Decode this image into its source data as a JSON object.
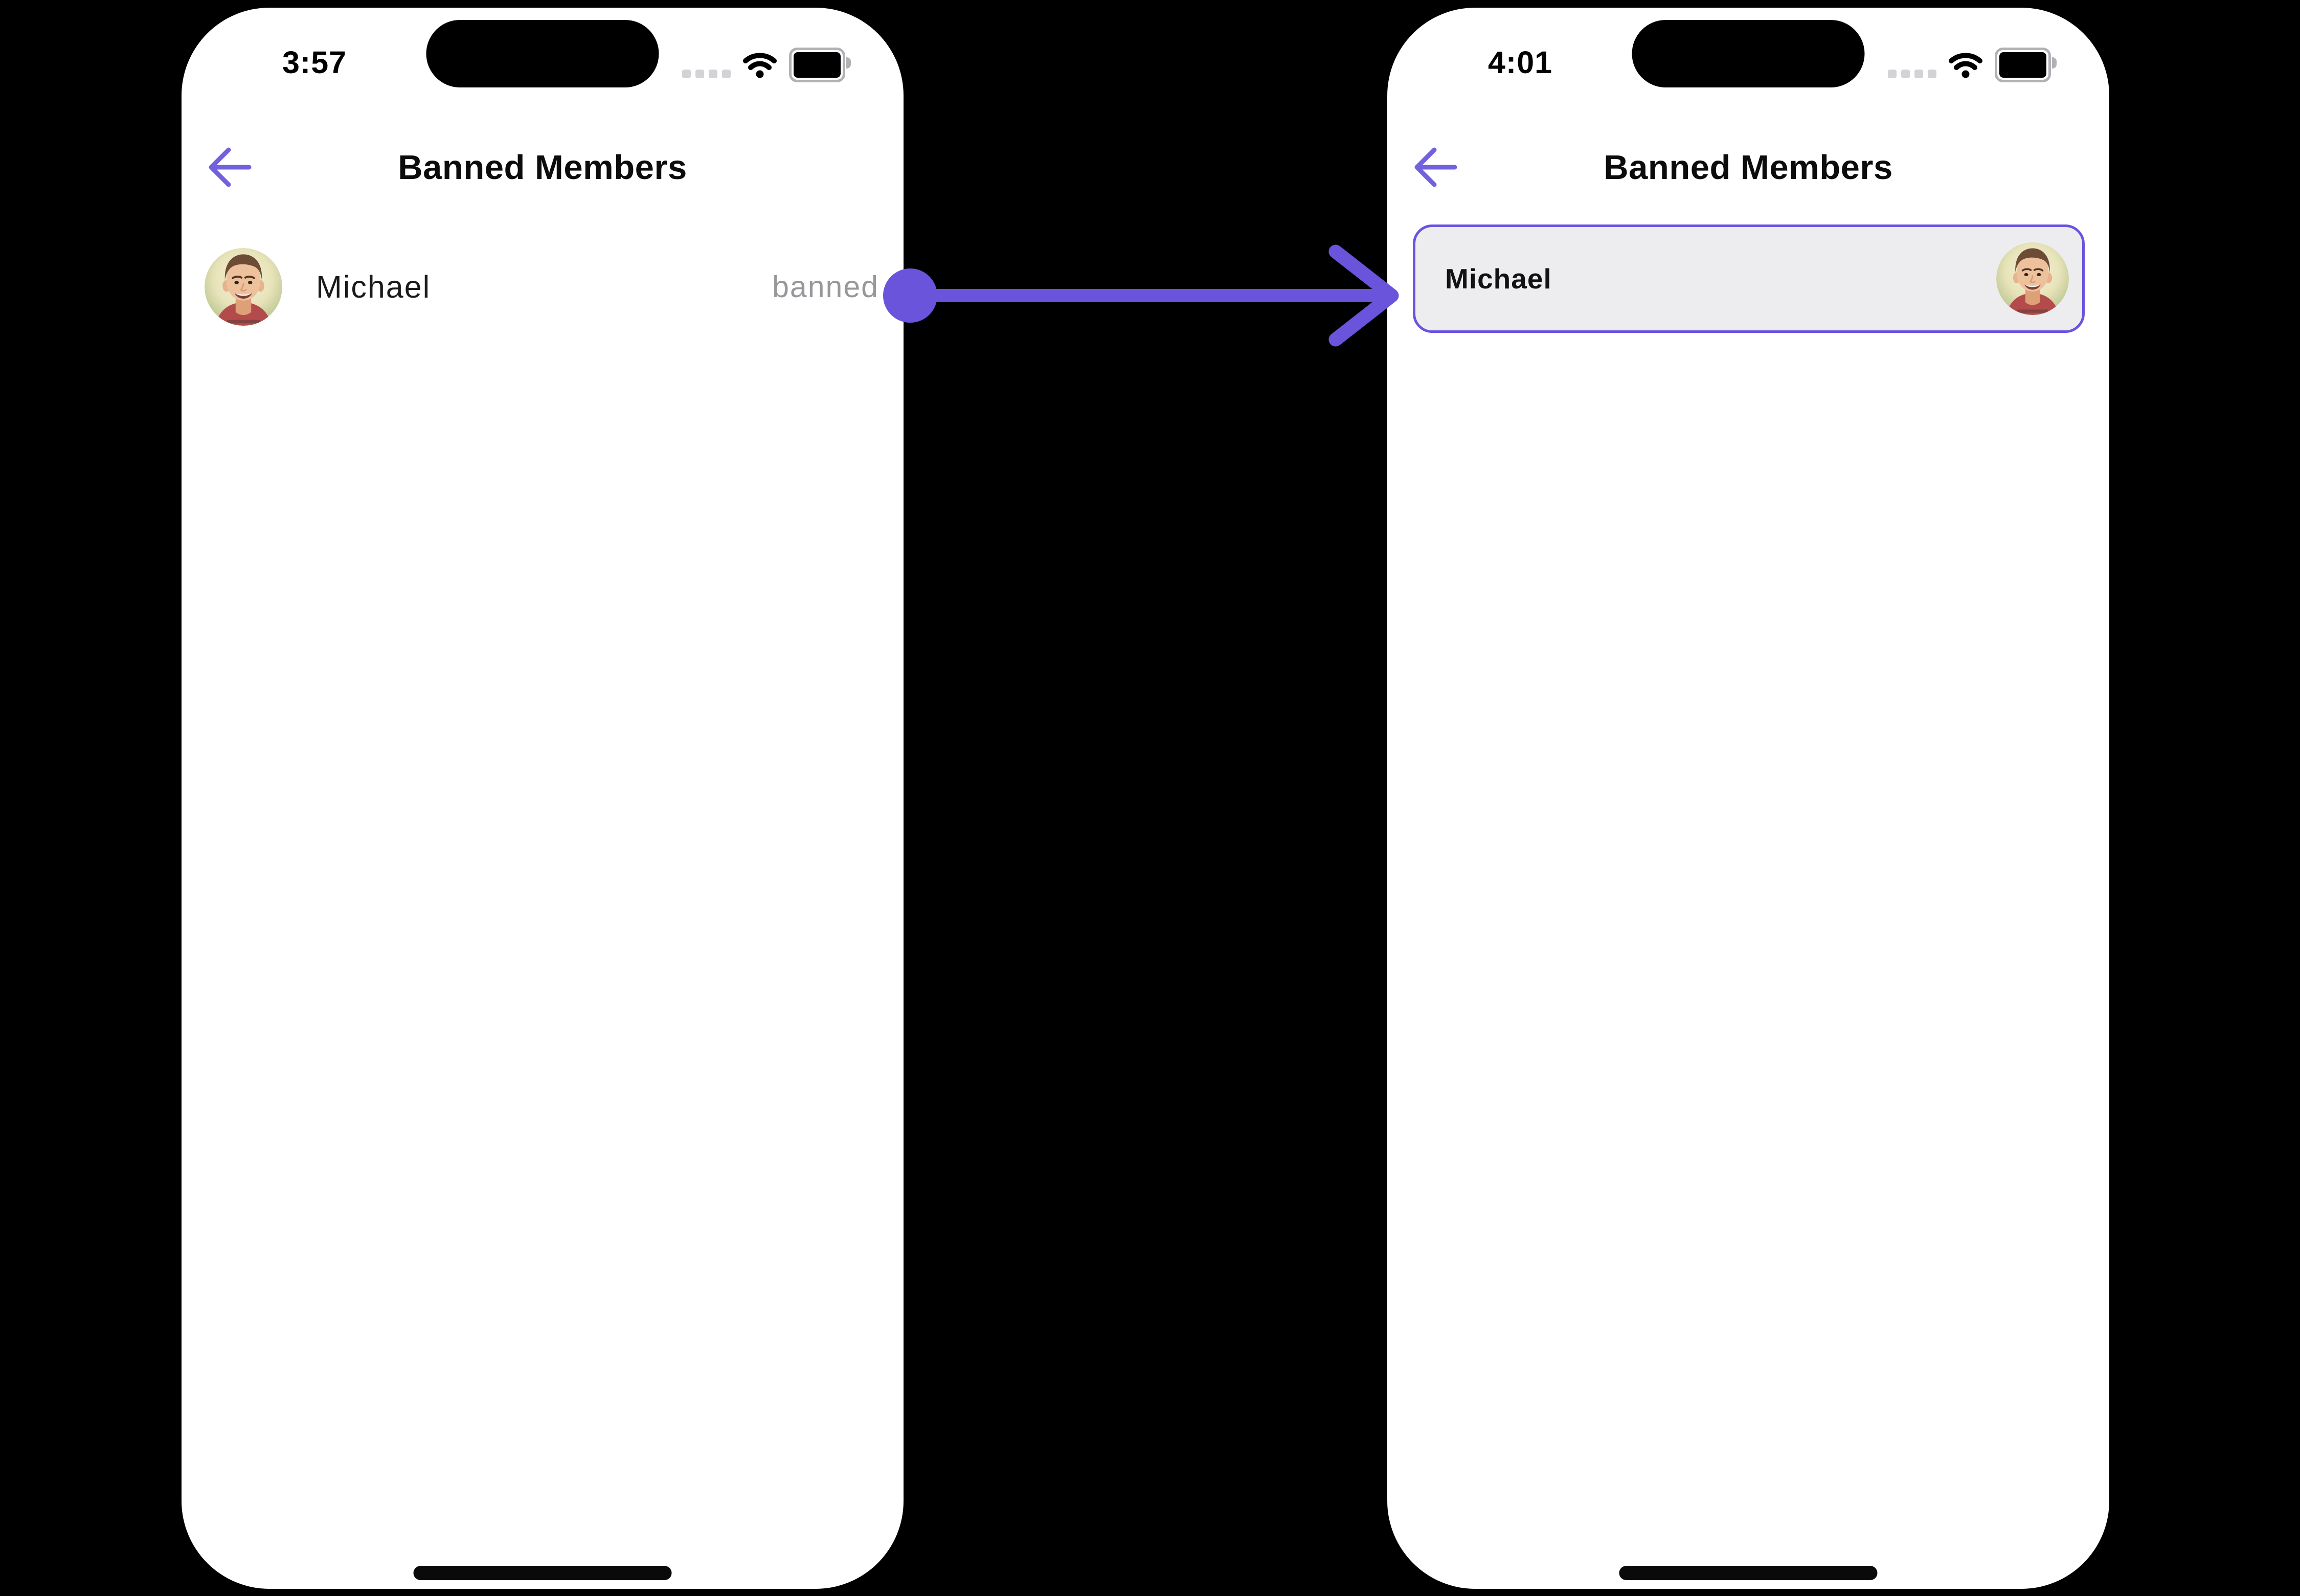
{
  "colors": {
    "accent_purple": "#6B54DC",
    "card_border": "#6C52E0",
    "card_background": "#EDEDEF",
    "banned_label_gray": "#98989C",
    "phone_background": "#FFFFFF",
    "canvas_background": "#000000"
  },
  "left_phone": {
    "status_bar": {
      "time": "3:57",
      "icons": [
        "cellular-dots-icon",
        "wifi-icon",
        "battery-icon"
      ]
    },
    "header": {
      "back_icon": "arrow-left-icon",
      "title": "Banned Members"
    },
    "member_list": [
      {
        "name": "Michael",
        "status_label": "banned",
        "avatar": "man-avatar"
      }
    ]
  },
  "right_phone": {
    "status_bar": {
      "time": "4:01",
      "icons": [
        "cellular-dots-icon",
        "wifi-icon",
        "battery-icon"
      ]
    },
    "header": {
      "back_icon": "arrow-left-icon",
      "title": "Banned Members"
    },
    "selected_card": {
      "name": "Michael",
      "avatar": "man-avatar"
    }
  },
  "annotation": {
    "type": "flow-arrow",
    "direction": "left-to-right",
    "color": "#6B54DC"
  }
}
